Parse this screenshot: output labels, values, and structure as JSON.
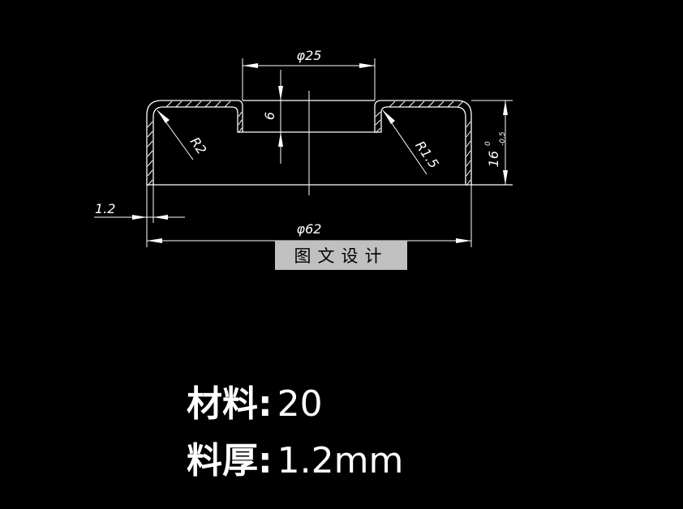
{
  "drawing": {
    "dimensions": {
      "hole_diameter": "φ25",
      "recess_depth": "6",
      "inner_radius": "R2",
      "recess_radius": "R1.5",
      "height": "16",
      "height_tolerance_upper": "0",
      "height_tolerance_lower": "-0.5",
      "thickness": "1.2",
      "outer_diameter": "φ62"
    },
    "watermark": "图文设计",
    "colors": {
      "background": "#000000",
      "lines": "#ffffff",
      "watermark_bg": "#c0c0c0"
    }
  },
  "notes": [
    {
      "label": "材料:",
      "value": "20"
    },
    {
      "label": "料厚:",
      "value": "1.2mm"
    }
  ]
}
